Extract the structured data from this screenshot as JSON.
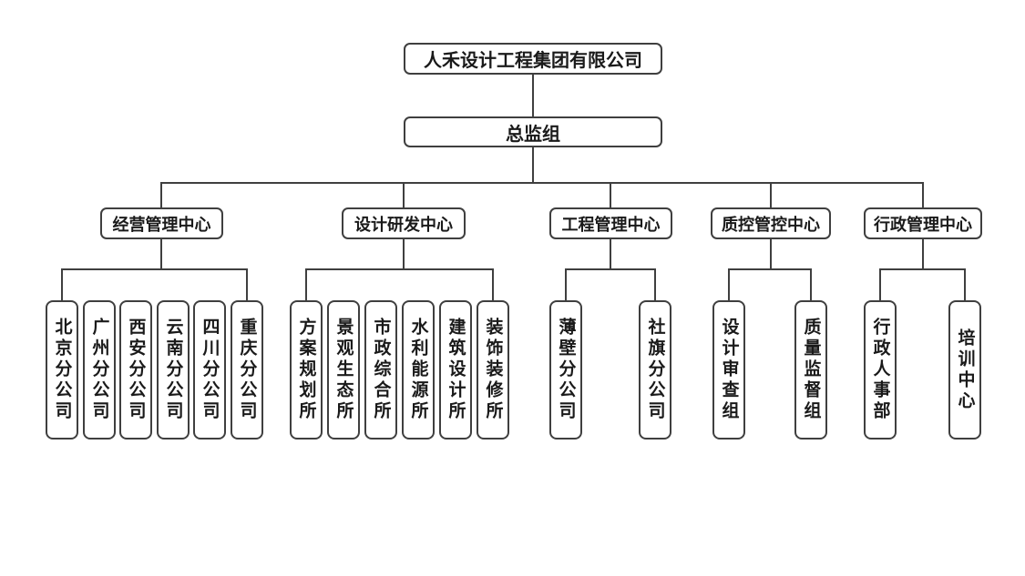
{
  "org": {
    "root": "人禾设计工程集团有限公司",
    "level2": "总监组",
    "groups": [
      {
        "label": "经营管理中心",
        "children": [
          "北京分公司",
          "广州分公司",
          "西安分公司",
          "云南分公司",
          "四川分公司",
          "重庆分公司"
        ]
      },
      {
        "label": "设计研发中心",
        "children": [
          "方案规划所",
          "景观生态所",
          "市政综合所",
          "水利能源所",
          "建筑设计所",
          "装饰装修所"
        ]
      },
      {
        "label": "工程管理中心",
        "children": [
          "薄壁分公司",
          "社旗分公司"
        ]
      },
      {
        "label": "质控管控中心",
        "children": [
          "设计审查组",
          "质量监督组"
        ]
      },
      {
        "label": "行政管理中心",
        "children": [
          "行政人事部",
          "培训中心"
        ]
      }
    ],
    "colors": {
      "line": "#3f3f3f",
      "box_border": "#3f3f3f",
      "box_fill": "#ffffff",
      "text": "#1a1a1a",
      "background": "#ffffff"
    }
  }
}
